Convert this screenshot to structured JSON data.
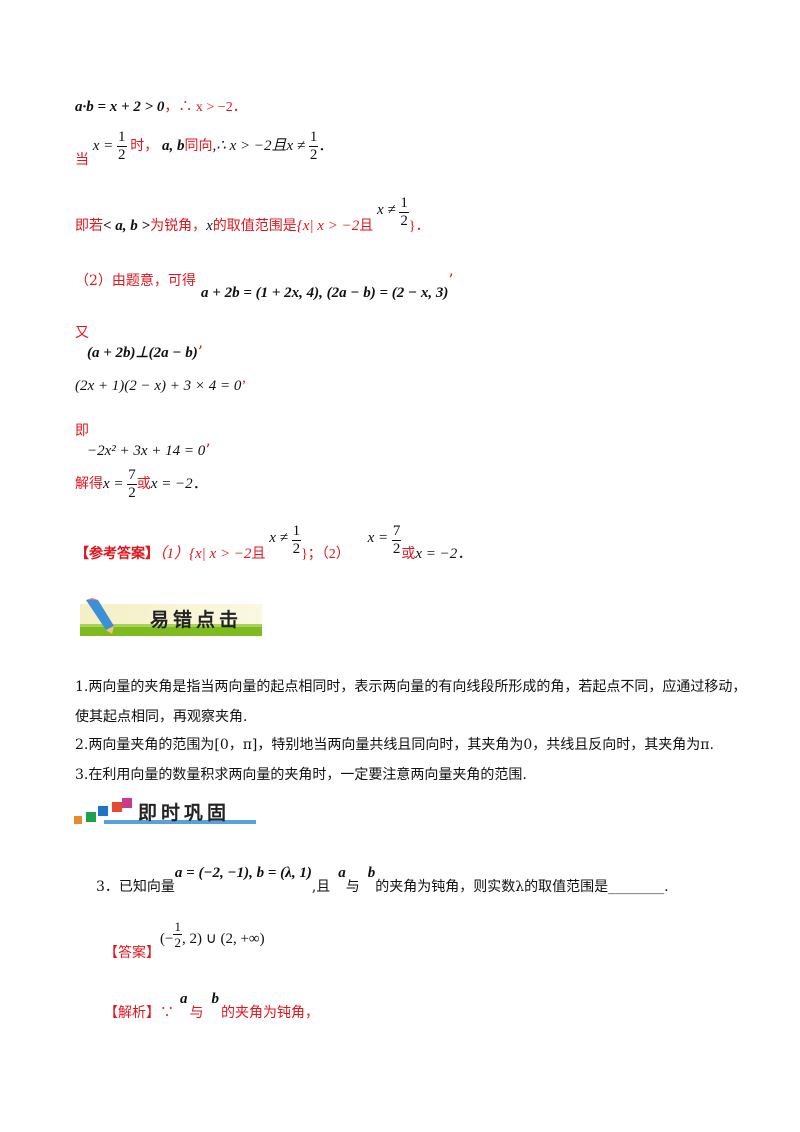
{
  "lines": {
    "l1_math": "a·b = x + 2 > 0",
    "l1_red": "，∴ x > −2．",
    "l2_dang": "当",
    "l2_x": "x =",
    "half_num": "1",
    "half_den": "2",
    "l2_shi": "时，",
    "l2_ab": "a, b",
    "l2_tongxiang": "同向",
    "l2_cond": ",∴ x > −2且x ≠",
    "dot": "．",
    "l3_prefix": "即若",
    "l3_angle": "< a, b >",
    "l3_mid": "为锐角，",
    "l3_x": "x",
    "l3_mid2": "的取值范围是",
    "l3_set": "{x| x > −2",
    "l3_qie": "且",
    "l3_xne": "x ≠",
    "l3_end": "}．",
    "l4_label": "（2）由题意，可得",
    "l4_math": "a + 2b = (1 + 2x, 4), (2a − b) = (2 − x, 3)",
    "comma_mark": "’",
    "l5_you": "又",
    "l5_math": "(a + 2b)⊥(2a − b)",
    "l6_math": "(2x + 1)(2 − x) + 3 × 4 = 0",
    "l7_ji": "即",
    "l7_math": "−2x² + 3x + 14 = 0",
    "l8_jiede": "解得",
    "l8_x": "x =",
    "seven": "7",
    "two": "2",
    "l8_huo": "或",
    "l8_x2": "x = −2",
    "l8_dot": "．",
    "ans_label": "【参考答案】",
    "ans_1": "（1）{x| x > −2",
    "ans_qie": "且",
    "ans_xne": "x ≠",
    "ans_mid": "}；（2）",
    "ans_x": "x =",
    "ans_huo": "或",
    "ans_end": "x = −2．"
  },
  "banner1": {
    "title": "易错点击"
  },
  "pitfalls": [
    "1.两向量的夹角是指当两向量的起点相同时，表示两向量的有向线段所形成的角，若起点不同，应通过移动，",
    "使其起点相同，再观察夹角.",
    "2.两向量夹角的范围为[0，π]，特别地当两向量共线且同向时，其夹角为0，共线且反向时，其夹角为π.",
    "3.在利用向量的数量积求两向量的夹角时，一定要注意两向量夹角的范围."
  ],
  "banner2": {
    "title": "即时巩固"
  },
  "q3": {
    "num": "3．已知向量",
    "vec": "a = (−2, −1), b = (λ, 1)",
    "qie": ",且",
    "a": "a",
    "yu": "与",
    "b": "b",
    "rest": "的夹角为钝角，则实数λ的取值范围是________."
  },
  "answer": {
    "label": "【答案】",
    "value_a": "(−",
    "value_b": ", 2) ∪ (2, +∞)"
  },
  "analysis": {
    "label": "【解析】",
    "because": "∵",
    "a": "a",
    "yu": "与",
    "b": "b",
    "rest": "的夹角为钝角，"
  }
}
